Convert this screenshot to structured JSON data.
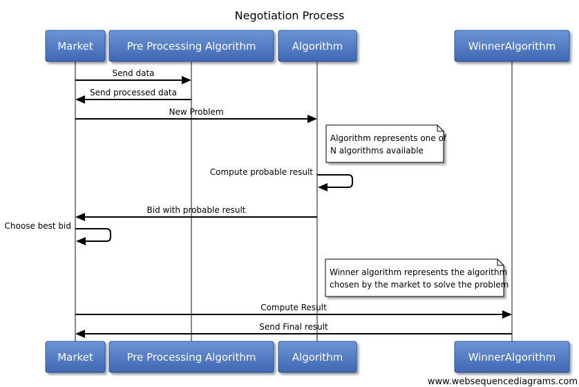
{
  "diagram": {
    "title": "Negotiation Process",
    "actors": [
      {
        "id": "market",
        "label": "Market"
      },
      {
        "id": "pre",
        "label": "Pre Processing Algorithm"
      },
      {
        "id": "algo",
        "label": "Algorithm"
      },
      {
        "id": "winner",
        "label": "WinnerAlgorithm"
      }
    ],
    "messages": [
      {
        "from": "market",
        "to": "pre",
        "label": "Send data"
      },
      {
        "from": "pre",
        "to": "market",
        "label": "Send processed data"
      },
      {
        "from": "market",
        "to": "algo",
        "label": "New Problem"
      },
      {
        "from": "algo",
        "to": "algo",
        "label": "Compute probable result"
      },
      {
        "from": "algo",
        "to": "market",
        "label": "Bid with probable result"
      },
      {
        "from": "market",
        "to": "market",
        "label": "Choose best bid"
      },
      {
        "from": "market",
        "to": "winner",
        "label": "Compute Result"
      },
      {
        "from": "winner",
        "to": "market",
        "label": "Send Final result"
      }
    ],
    "notes": [
      {
        "over": "algo",
        "lines": [
          "Algorithm represents one of",
          "N algorithms available"
        ]
      },
      {
        "over": "algo",
        "lines": [
          "Winner algorithm represents the algorithm",
          "chosen by the market to solve the problem"
        ]
      }
    ],
    "footer": "www.websequencediagrams.com",
    "colors": {
      "actor_fill_top": "#6c94d6",
      "actor_fill_bottom": "#3f67b3",
      "actor_stroke": "#2f5597",
      "lifeline": "#888888",
      "arrow": "#000000",
      "note_fill": "#ffffff"
    }
  }
}
